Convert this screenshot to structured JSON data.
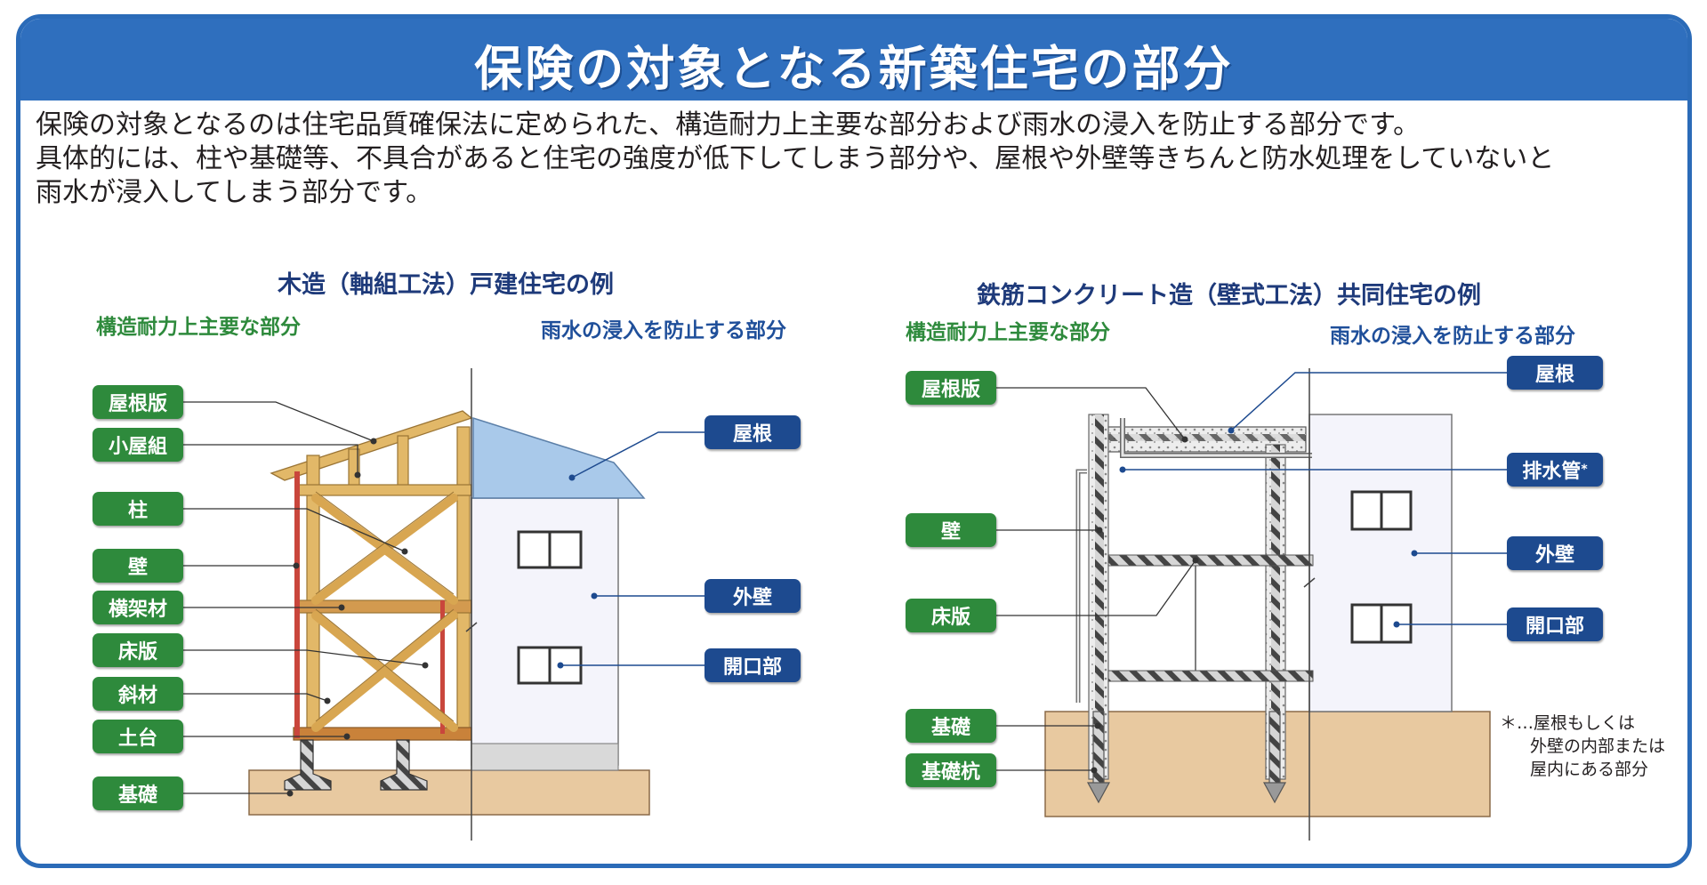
{
  "title": "保険の対象となる新築住宅の部分",
  "intro": [
    "保険の対象となるのは住宅品質確保法に定められた、構造耐力上主要な部分および雨水の浸入を防止する部分です。",
    "具体的には、柱や基礎等、不具合があると住宅の強度が低下してしまう部分や、屋根や外壁等きちんと防水処理をしていないと",
    "雨水が浸入してしまう部分です。"
  ],
  "left": {
    "heading": "木造（軸組工法）戸建住宅の例",
    "structural_heading": "構造耐力上主要な部分",
    "rain_heading": "雨水の浸入を防止する部分",
    "structural_labels": [
      "屋根版",
      "小屋組",
      "柱",
      "壁",
      "横架材",
      "床版",
      "斜材",
      "土台",
      "基礎"
    ],
    "rain_labels": [
      "屋根",
      "外壁",
      "開口部"
    ]
  },
  "right": {
    "heading": "鉄筋コンクリート造（壁式工法）共同住宅の例",
    "structural_heading": "構造耐力上主要な部分",
    "rain_heading": "雨水の浸入を防止する部分",
    "structural_labels": [
      "屋根版",
      "壁",
      "床版",
      "基礎",
      "基礎杭"
    ],
    "rain_labels": [
      "屋根",
      "排水管",
      "外壁",
      "開口部"
    ],
    "asterisk_mark": "*",
    "footnote": [
      "＊…屋根もしくは",
      "外壁の内部または",
      "屋内にある部分"
    ]
  },
  "colors": {
    "border": "#2b6bb8",
    "banner": "#2f6fbe",
    "structural_label": "#2e8a3c",
    "rain_label": "#1d4a8f",
    "timber": "#e2b868",
    "ground": "#e8c9a0"
  }
}
